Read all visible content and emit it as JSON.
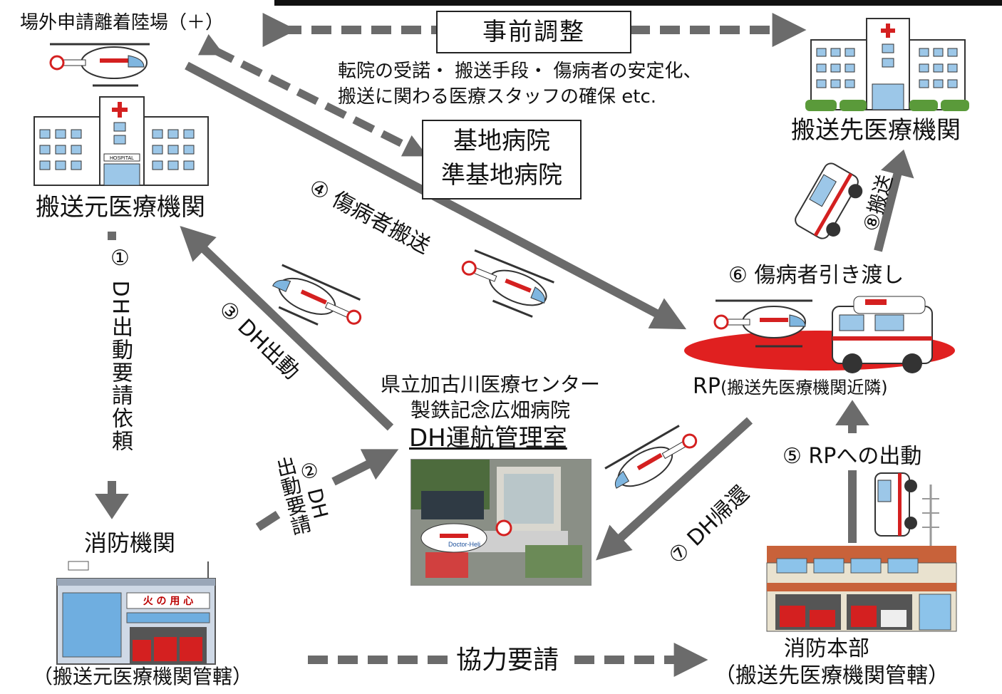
{
  "nodes": {
    "offsite_heliport": "場外申請離着陸場（＋）",
    "origin_hospital": "搬送元医療機関",
    "destination_hospital": "搬送先医療機関",
    "base_hospital_line1": "基地病院",
    "base_hospital_line2": "準基地病院",
    "fire_agency": "消防機関",
    "fire_agency_jurisdiction": "（搬送元医療機関管轄）",
    "dh_center_line1": "県立加古川医療センター",
    "dh_center_line2": "製鉄記念広畑病院",
    "dh_center_line3": "DH運航管理室",
    "rp": "RP",
    "rp_note": "(搬送先医療機関近隣)",
    "fire_hq": "消防本部",
    "fire_hq_jurisdiction": "（搬送先医療機関管轄）"
  },
  "coordination": {
    "title": "事前調整",
    "detail_line1": "転院の受諾・ 搬送手段・ 傷病者の安定化、",
    "detail_line2": "搬送に関わる医療スタッフの確保 etc."
  },
  "steps": {
    "s1": "① DH出動要請依頼",
    "s2_line1": "② DH",
    "s2_line2": "出動要請",
    "s3": "③ DH出動",
    "s4": "④ 傷病者搬送",
    "s5": "⑤ RPへの出動",
    "s6": "⑥ 傷病者引き渡し",
    "s7": "⑦ DH帰還",
    "s8": "⑧搬送"
  },
  "cooperation": "協力要請",
  "signs": {
    "hospital_sign": "HOSPITAL",
    "fire_sign": "火 の 用 心",
    "heli_marking": "Doctor-Heli"
  },
  "colors": {
    "arrow": "#6b6b6b",
    "heli_red": "#d42020",
    "rp_pad": "#e02020",
    "roof_green": "#5a9a3a"
  }
}
